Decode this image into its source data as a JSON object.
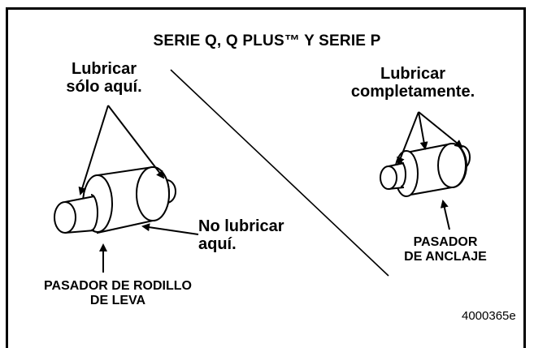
{
  "title": "SERIE Q, Q PLUS™ Y SERIE P",
  "left": {
    "lubricate_label": [
      "Lubricar",
      "sólo aquí."
    ],
    "no_lubricate_label": [
      "No lubricar",
      "aquí."
    ],
    "part_label": [
      "PASADOR DE RODILLO",
      "DE LEVA"
    ]
  },
  "right": {
    "lubricate_label": [
      "Lubricar",
      "completamente."
    ],
    "part_label": [
      "PASADOR",
      "DE ANCLAJE"
    ]
  },
  "figure_id": "4000365e"
}
